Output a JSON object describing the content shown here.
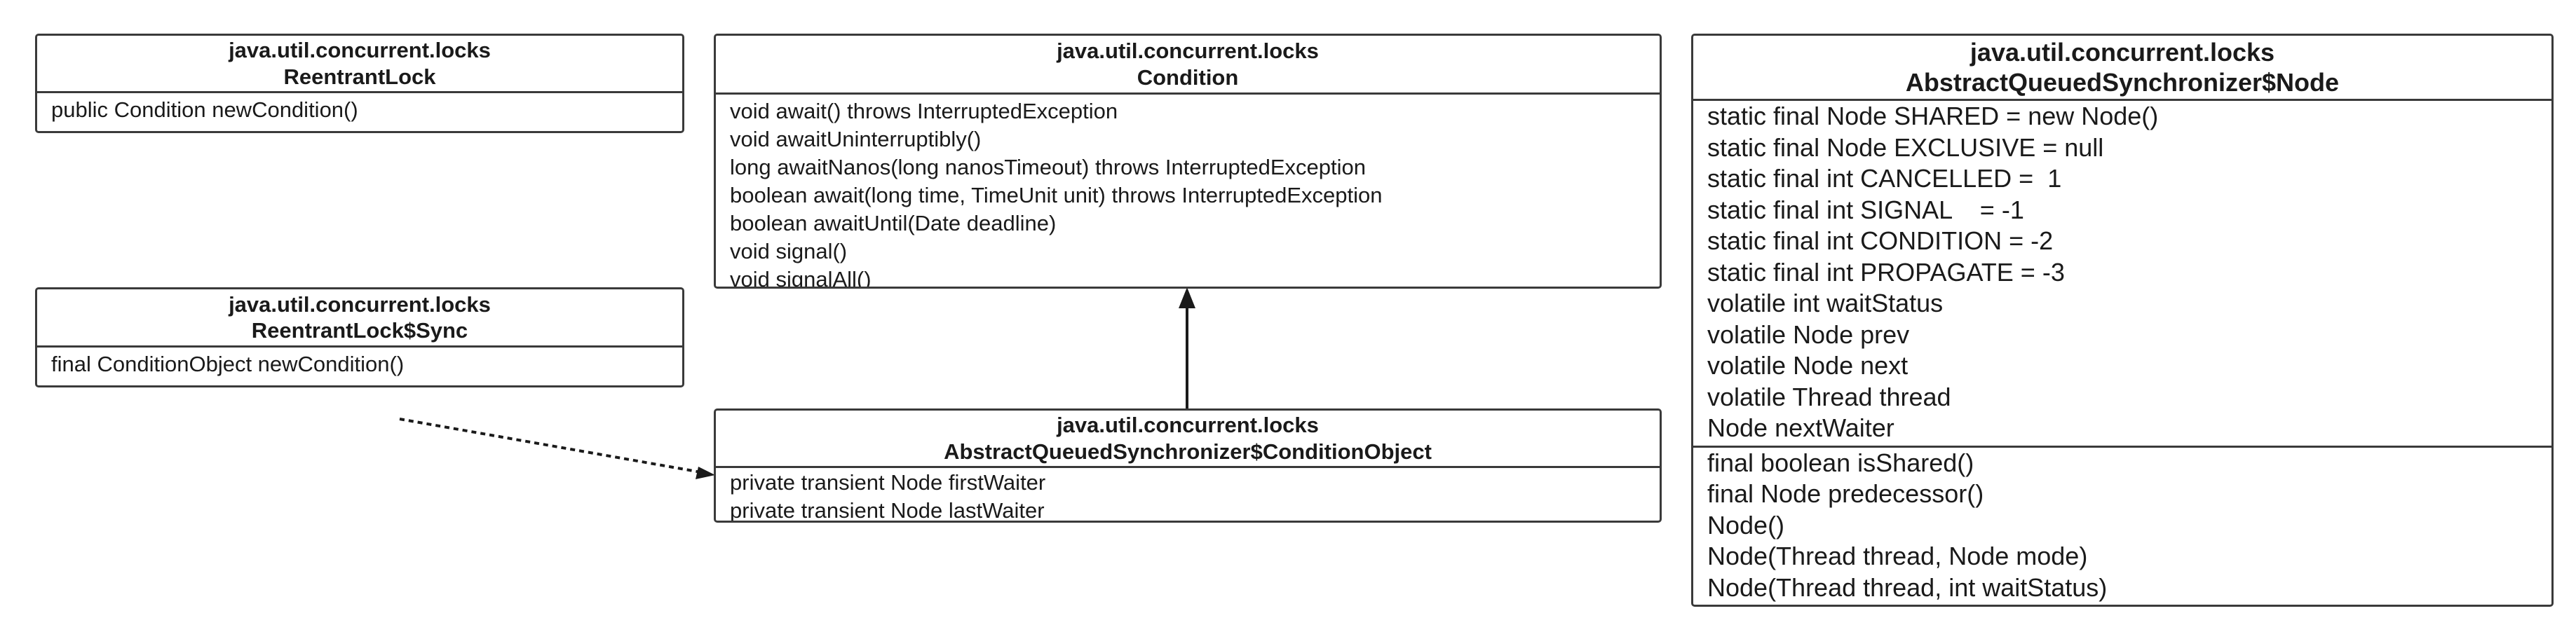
{
  "boxes": {
    "reentrant_lock": {
      "package": "java.util.concurrent.locks",
      "class_name": "ReentrantLock",
      "methods": [
        "public Condition newCondition()"
      ]
    },
    "reentrant_lock_sync": {
      "package": "java.util.concurrent.locks",
      "class_name": "ReentrantLock$Sync",
      "methods": [
        "final ConditionObject newCondition()"
      ]
    },
    "condition": {
      "package": "java.util.concurrent.locks",
      "class_name": "Condition",
      "methods": [
        "void await() throws InterruptedException",
        "void awaitUninterruptibly()",
        "long awaitNanos(long nanosTimeout) throws InterruptedException",
        "boolean await(long time, TimeUnit unit) throws InterruptedException",
        "boolean awaitUntil(Date deadline)",
        "void signal()",
        "void signalAll()"
      ]
    },
    "condition_object": {
      "package": "java.util.concurrent.locks",
      "class_name": "AbstractQueuedSynchronizer$ConditionObject",
      "fields": [
        "private transient Node firstWaiter",
        "private transient Node lastWaiter"
      ]
    },
    "node": {
      "package": "java.util.concurrent.locks",
      "class_name": "AbstractQueuedSynchronizer$Node",
      "fields": [
        "static final Node SHARED = new Node()",
        "static final Node EXCLUSIVE = null",
        "static final int CANCELLED =  1",
        "static final int SIGNAL    = -1",
        "static final int CONDITION = -2",
        "static final int PROPAGATE = -3",
        "volatile int waitStatus",
        "volatile Node prev",
        "volatile Node next",
        "volatile Thread thread",
        "Node nextWaiter"
      ],
      "methods": [
        "final boolean isShared()",
        "final Node predecessor()",
        "Node()",
        "Node(Thread thread, Node mode)",
        "Node(Thread thread, int waitStatus)"
      ]
    }
  }
}
